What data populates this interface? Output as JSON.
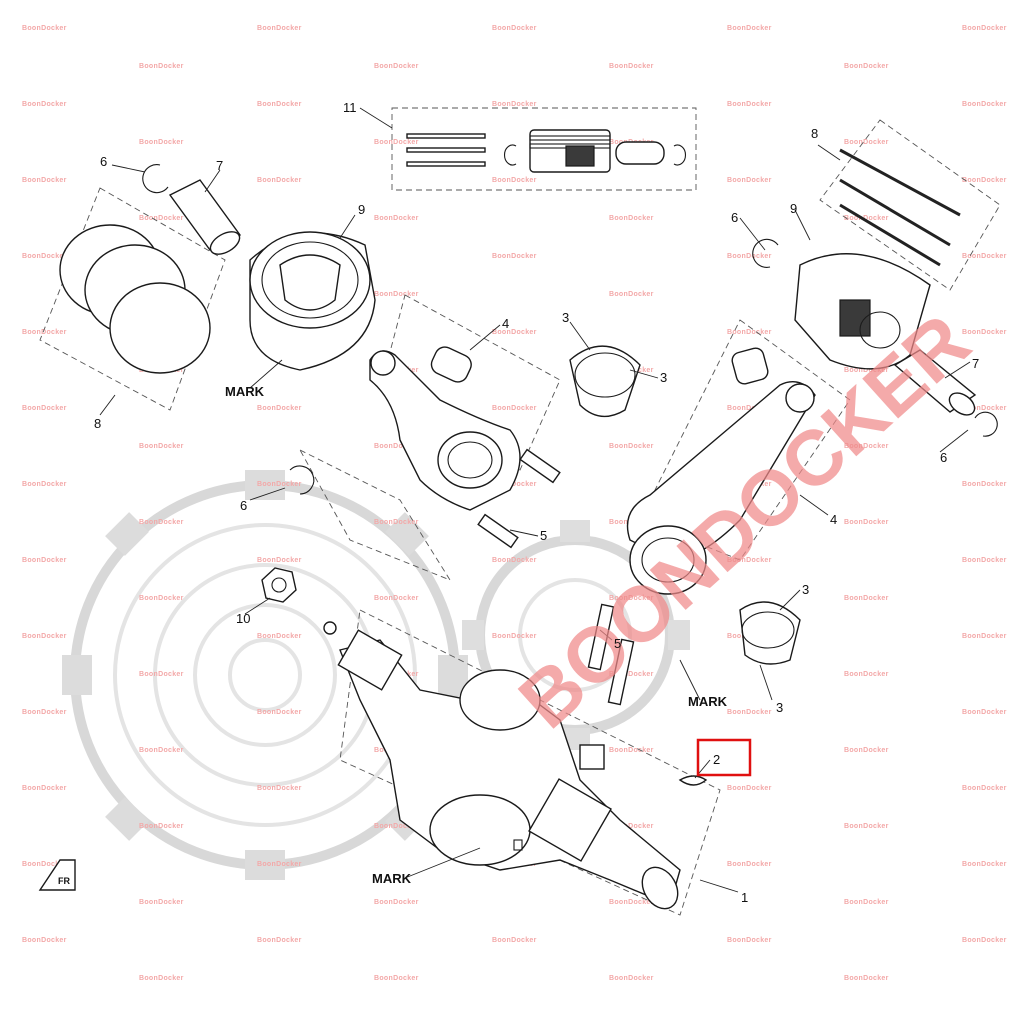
{
  "diagram": {
    "callouts": {
      "c1": "1",
      "c2": "2",
      "c3a": "3",
      "c3b": "3",
      "c3c": "3",
      "c3d": "3",
      "c4a": "4",
      "c4b": "4",
      "c5a": "5",
      "c5b": "5",
      "c6a": "6",
      "c6b": "6",
      "c6c": "6",
      "c6d": "6",
      "c7a": "7",
      "c7b": "7",
      "c8a": "8",
      "c8b": "8",
      "c9a": "9",
      "c9b": "9",
      "c10": "10",
      "c11": "11"
    },
    "marks": {
      "mark_piston": "MARK",
      "mark_rod": "MARK",
      "mark_crank": "MARK"
    },
    "highlighted_part": "2",
    "highlight_color": "#e01010"
  },
  "watermark": {
    "brand_small": "BoonDocker",
    "brand_big": "BOONDOCKER",
    "color": "#f08a8a"
  },
  "front_indicator": "FR"
}
